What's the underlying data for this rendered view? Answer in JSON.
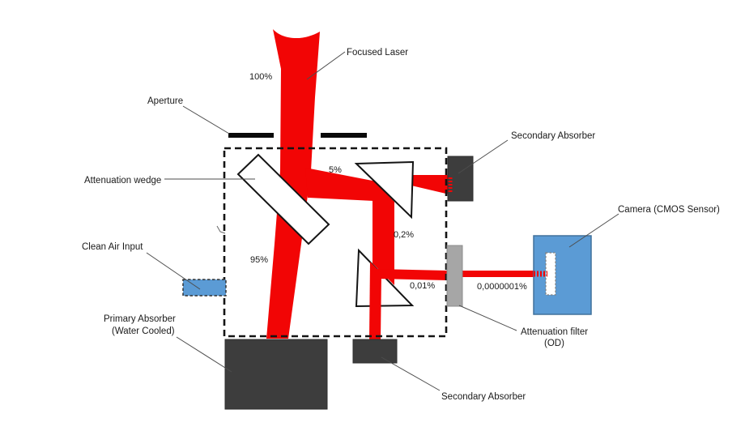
{
  "diagram": {
    "description": "Laser beam attenuation optical path diagram",
    "labels": {
      "focused_laser": "Focused Laser",
      "aperture": "Aperture",
      "attenuation_wedge": "Attenuation wedge",
      "clean_air_input": "Clean Air Input",
      "primary_absorber_line1": "Primary Absorber",
      "primary_absorber_line2": "(Water Cooled)",
      "secondary_absorber_top": "Secondary Absorber",
      "secondary_absorber_bottom": "Secondary Absorber",
      "camera": "Camera (CMOS Sensor)",
      "attenuation_filter_line1": "Attenuation filter",
      "attenuation_filter_line2": "(OD)"
    },
    "beam_percentages": {
      "input": "100%",
      "wedge_reflected": "5%",
      "wedge_transmitted": "95%",
      "prism1_reflected": "0,2%",
      "prism2_reflected": "0,01%",
      "after_filter": "0,0000001%"
    },
    "colors": {
      "beam": "#f20505",
      "absorber_dark": "#3d3d3d",
      "filter_gray": "#a6a6a6",
      "component_blue": "#5b9bd5",
      "camera_border": "#41719c",
      "outline": "#141414",
      "leader": "#4d4d4d",
      "white": "#ffffff"
    }
  }
}
